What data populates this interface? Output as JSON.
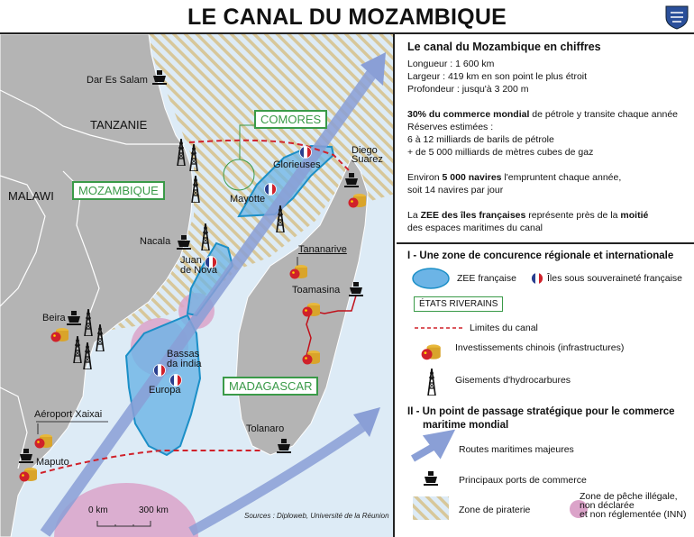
{
  "title": "LE CANAL DU MOZAMBIQUE",
  "map": {
    "countries": {
      "tanzanie": "TANZANIE",
      "malawi": "MALAWI",
      "mozambique": "MOZAMBIQUE",
      "comores": "COMORES",
      "madagascar": "MADAGASCAR"
    },
    "places": {
      "dar_es_salam": "Dar Es Salam",
      "glorieuses": "Glorieuses",
      "diego_suarez_1": "Diego",
      "diego_suarez_2": "Suarez",
      "mayotte": "Mayotte",
      "nacala": "Nacala",
      "juan_de_nova_1": "Juan",
      "juan_de_nova_2": "de Nova",
      "tananarive": "Tananarive",
      "toamasina": "Toamasina",
      "beira": "Beira",
      "bassas_1": "Bassas",
      "bassas_2": "da india",
      "europa": "Europa",
      "aeroport_xaixai": "Aéroport Xaixai",
      "maputo": "Maputo",
      "tolanaro": "Tolanaro"
    },
    "scale": {
      "start": "0 km",
      "end": "300 km"
    },
    "sources": "Sources : Diploweb, Université de la Réunion"
  },
  "panel": {
    "heading": "Le canal du Mozambique en chiffres",
    "longueur": "Longueur : 1 600 km",
    "largeur": "Largeur : 419 km en son point le plus étroit",
    "profondeur": "Profondeur : jusqu'à 3 200 m",
    "commerce_bold": "30% du commerce mondial",
    "commerce_rest": " de pétrole y transite chaque année",
    "reserves": "Réserves estimées :",
    "petrole": "6 à 12 milliards de barils de pétrole",
    "gaz": "+ de 5 000 milliards de mètres cubes de gaz",
    "navires_pre": "Environ ",
    "navires_bold": "5 000 navires",
    "navires_rest": " l'empruntent chaque année,",
    "navires_jour": "soit 14 navires par jour",
    "zee_pre": "La ",
    "zee_bold": "ZEE des îles françaises",
    "zee_mid": " représente près de la ",
    "zee_bold2": "moitié",
    "zee_line2": "des espaces maritimes du canal"
  },
  "legend": {
    "section1": "I - Une zone de concurence régionale et internationale",
    "zee": "ZEE française",
    "iles": "Îles sous souveraineté française",
    "etats": "ÉTATS RIVERAINS",
    "limites": "Limites du canal",
    "invest": "Investissements chinois (infrastructures)",
    "gisements": "Gisements d'hydrocarbures",
    "section2_1": "II - Un point de passage stratégique pour le commerce",
    "section2_2": "maritime mondial",
    "routes": "Routes maritimes majeures",
    "ports": "Principaux  ports de commerce",
    "piraterie": "Zone de piraterie",
    "inn_1": "Zone de pêche illégale,",
    "inn_2": "non déclarée",
    "inn_3": "et non réglementée (INN)"
  },
  "colors": {
    "ocean": "#ddebf6",
    "land": "#b4b4b4",
    "zee": "#6cb4e6",
    "route": "#8a9fd6",
    "inn": "#dba3c9",
    "green": "#3a9a48",
    "limit": "#d0212a"
  }
}
